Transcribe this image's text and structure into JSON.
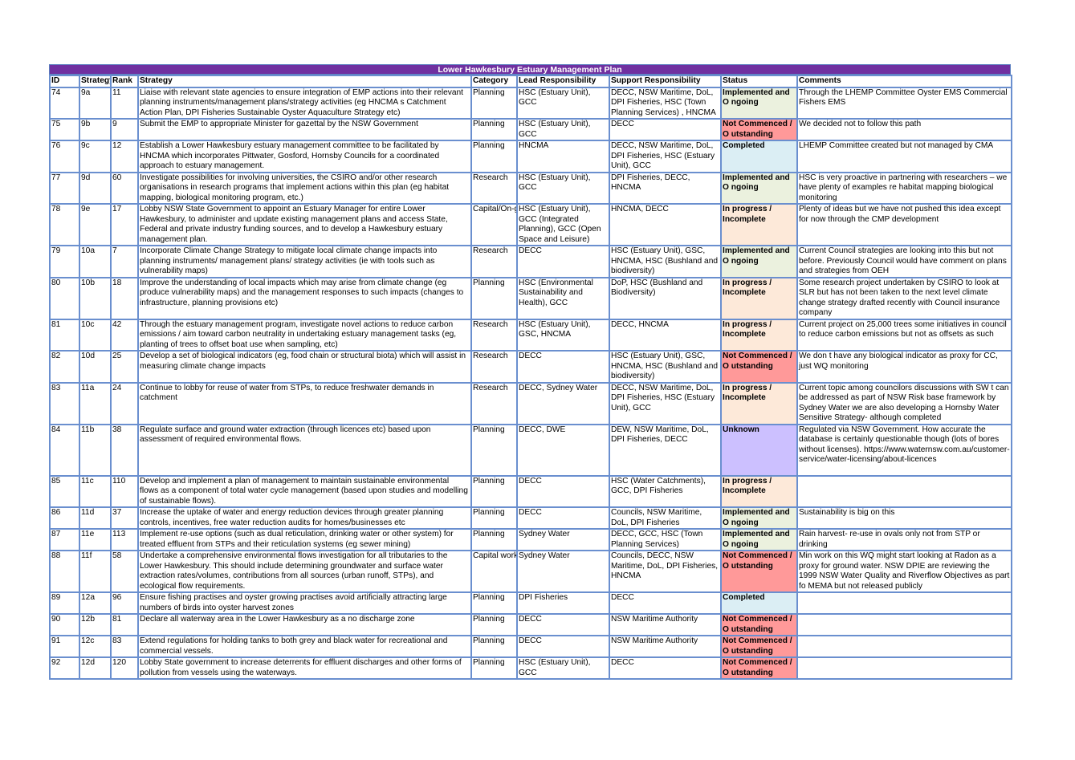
{
  "title": "Lower Hawkesbury Estuary Management Plan",
  "headers": [
    "ID",
    "Strategy",
    "Rank",
    "Strategy",
    "Category",
    "Lead Responsibility",
    "Support Responsibility",
    "Status",
    "Comments"
  ],
  "status_colors": {
    "implemented": "#ebf1de",
    "not_commenced": "#ff9999",
    "completed": "#dbeef4",
    "in_progress": "#fde9d9",
    "unknown": "#ccc0ff",
    "title_bar": "#7030a0",
    "grid": "#6a8fcf"
  },
  "rows": [
    {
      "id": "74",
      "code": "9a",
      "rank": "11",
      "strategy": "Liaise with relevant state agencies to ensure integration of EMP actions into their relevant planning instruments/management plans/strategy activities (eg HNCMA s Catchment Action Plan, DPI Fisheries Sustainable Oyster Aquaculture Strategy etc)",
      "category": "Planning",
      "lead": "HSC (Estuary Unit), GCC",
      "support": "DECC, NSW Maritime, DoL, DPI Fisheries, HSC (Town Planning Services) , HNCMA",
      "status": "Implemented and O ngoing",
      "status_class": "st-impl",
      "comments": "Through the LHEMP Committee Oyster EMS Commercial Fishers EMS",
      "h": 39
    },
    {
      "id": "75",
      "code": "9b",
      "rank": "9",
      "strategy": "Submit the EMP to appropriate Minister for gazettal by the NSW Government",
      "category": "Planning",
      "lead": "HSC (Estuary Unit), GCC",
      "support": "DECC",
      "status": "Not Commenced / O utstanding",
      "status_class": "st-not",
      "comments": "We decided not to follow this path",
      "h": 27
    },
    {
      "id": "76",
      "code": "9c",
      "rank": "12",
      "strategy": "Establish a Lower Hawkesbury estuary management committee to be facilitated by HNCMA which incorporates Pittwater, Gosford, Hornsby Councils for a coordinated approach to estuary management.",
      "category": "Planning",
      "lead": "HNCMA",
      "support": "DECC, NSW Maritime, DoL, DPI Fisheries, HSC (Estuary Unit), GCC",
      "status": "Completed",
      "status_class": "st-comp",
      "comments": "LHEMP Committee created but not managed by CMA",
      "h": 38
    },
    {
      "id": "77",
      "code": "9d",
      "rank": "60",
      "strategy": "Investigate possibilities for involving universities, the CSIRO and/or other research organisations in research programs that implement actions within this plan (eg habitat mapping, biological monitoring program, etc.)",
      "category": "Research",
      "lead": "HSC (Estuary Unit), GCC",
      "support": "DPI Fisheries, DECC, HNCMA",
      "status": "Implemented and O ngoing",
      "status_class": "st-impl",
      "comments": "HSC is very proactive in partnering with researchers – we have plenty of examples re habitat mapping biological monitoring",
      "h": 38
    },
    {
      "id": "78",
      "code": "9e",
      "rank": "17",
      "strategy": "Lobby NSW State Government to appoint an Estuary Manager for entire Lower Hawkesbury, to administer and update existing management plans and access State, Federal and private industry funding sources, and to develop a Hawkesbury estuary management plan.",
      "category": "Capital/On-going",
      "lead": "HSC (Estuary Unit), GCC (Integrated Planning), GCC (Open Space and Leisure)",
      "support": "HNCMA, DECC",
      "status": "In progress / Incomplete",
      "status_class": "st-prog",
      "comments": "Plenty of ideas but we have not pushed this idea except for now through the CMP development",
      "h": 51
    },
    {
      "id": "79",
      "code": "10a",
      "rank": "7",
      "strategy": "Incorporate Climate Change Strategy to mitigate local climate change impacts into planning instruments/ management plans/ strategy activities (ie with tools such as vulnerability maps)",
      "category": "Research",
      "lead": "DECC",
      "support": "HSC (Estuary Unit), GSC, HNCMA, HSC (Bushland and biodiversity)",
      "status": "Implemented and O ngoing",
      "status_class": "st-impl",
      "comments": "Current Council strategies are looking into this but not before. Previously Council would have comment on plans and strategies from OEH",
      "h": 38
    },
    {
      "id": "80",
      "code": "10b",
      "rank": "18",
      "strategy": "Improve the understanding of local impacts which may arise from climate change (eg produce vulnerability maps) and the management responses to such impacts (changes to infrastructure, planning provisions etc)",
      "category": "Planning",
      "lead": "HSC (Environmental Sustainability and Health), GCC",
      "support": "DoP, HSC (Bushland and Biodiversity)",
      "status": "In progress / Incomplete",
      "status_class": "st-prog",
      "comments": "Some research project undertaken by CSIRO to look at SLR but has not been taken to the next level climate change strategy drafted recently with Council insurance company",
      "h": 51
    },
    {
      "id": "81",
      "code": "10c",
      "rank": "42",
      "strategy": "Through the estuary management program, investigate novel actions to reduce carbon emissions / aim toward carbon neutrality in undertaking estuary management tasks (eg, planting of trees to offset boat use when sampling, etc)",
      "category": "Research",
      "lead": "HSC (Estuary Unit), GSC, HNCMA",
      "support": "DECC, HNCMA",
      "status": "In progress / Incomplete",
      "status_class": "st-prog",
      "comments": "Current project on 25,000 trees some initiatives in council to reduce carbon emissions but not as offsets as such",
      "h": 38
    },
    {
      "id": "82",
      "code": "10d",
      "rank": "25",
      "strategy": "Develop a set of biological indicators (eg, food chain or structural biota) which will assist in measuring climate change impacts",
      "category": "Research",
      "lead": "DECC",
      "support": "HSC (Estuary Unit), GSC, HNCMA, HSC (Bushland and biodiversity)",
      "status": "Not Commenced / O utstanding",
      "status_class": "st-not",
      "comments": "We don t have any biological indicator as proxy for CC, just WQ monitoring",
      "h": 38
    },
    {
      "id": "83",
      "code": "11a",
      "rank": "24",
      "strategy": "Continue to lobby for reuse of water from STPs, to reduce freshwater demands in catchment",
      "category": "Research",
      "lead": "DECC, Sydney Water",
      "support": "DECC, NSW Maritime, DoL, DPI Fisheries, HSC (Estuary Unit), GCC",
      "status": "In progress / Incomplete",
      "status_class": "st-prog",
      "comments": "Current topic among councilors discussions with SW t can be addressed as part of NSW Risk base framework by Sydney Water we are also developing a Hornsby Water Sensitive Strategy- although completed",
      "h": 51
    },
    {
      "id": "84",
      "code": "11b",
      "rank": "38",
      "strategy": "Regulate surface and ground water extraction (through licences etc) based upon assessment of required environmental flows.",
      "category": "Planning",
      "lead": "DECC, DWE",
      "support": "DEW, NSW Maritime, DoL, DPI Fisheries, DECC",
      "status": "Unknown",
      "status_class": "st-unk",
      "comments": "Regulated via NSW Government. How accurate the database is certainly questionable though (lots of bores without licenses). https://www.waternsw.com.au/customer-service/water-licensing/about-licences",
      "h": 64
    },
    {
      "id": "85",
      "code": "11c",
      "rank": "110",
      "strategy": "Develop and implement a plan of management to maintain sustainable environmental flows as a component of total water cycle management (based upon studies and modelling of sustainable flows).",
      "category": "Planning",
      "lead": "DECC",
      "support": "HSC (Water Catchments), GCC, DPI Fisheries",
      "status": "In progress / Incomplete",
      "status_class": "st-prog",
      "comments": "",
      "h": 38
    },
    {
      "id": "86",
      "code": "11d",
      "rank": "37",
      "strategy": "Increase the uptake of water and energy reduction devices through greater planning controls, incentives, free water reduction audits for homes/businesses etc",
      "category": "Planning",
      "lead": "DECC",
      "support": "Councils, NSW Maritime, DoL, DPI Fisheries",
      "status": "Implemented and O ngoing",
      "status_class": "st-impl",
      "comments": "Sustainability is big on this",
      "h": 27
    },
    {
      "id": "87",
      "code": "11e",
      "rank": "113",
      "strategy": "Implement re-use options (such as dual reticulation, drinking water or other system) for treated effluent from STPs and their reticulation systems (eg sewer mining)",
      "category": "Planning",
      "lead": "Sydney Water",
      "support": "DECC, GCC, HSC (Town Planning Services)",
      "status": "Implemented and O ngoing",
      "status_class": "st-impl",
      "comments": "Rain harvest- re-use in ovals only not from STP or drinking",
      "h": 27
    },
    {
      "id": "88",
      "code": "11f",
      "rank": "58",
      "strategy": "Undertake a comprehensive environmental flows investigation for all tributaries to the Lower Hawkesbury. This should include determining groundwater and surface water extraction rates/volumes, contributions from all sources (urban runoff, STPs), and ecological flow requirements.",
      "category": "Capital works",
      "lead": "Sydney Water",
      "support": "Councils, DECC, NSW Maritime, DoL, DPI Fisheries, HNCMA",
      "status": "Not Commenced / O utstanding",
      "status_class": "st-not",
      "comments": "Min work on this WQ might start looking at Radon as a proxy for ground water. NSW DPIE are reviewing the 1999 NSW Water Quality and Riverflow Objectives as part fo MEMA but not released publicly",
      "h": 51
    },
    {
      "id": "89",
      "code": "12a",
      "rank": "96",
      "strategy": "Ensure fishing practises and oyster growing practises avoid artificially attracting large numbers of birds into oyster harvest zones",
      "category": "Planning",
      "lead": "DPI Fisheries",
      "support": "DECC",
      "status": "Completed",
      "status_class": "st-comp",
      "comments": "",
      "h": 26
    },
    {
      "id": "90",
      "code": "12b",
      "rank": "81",
      "strategy": "Declare all waterway area in the Lower Hawkesbury as a no discharge zone",
      "category": "Planning",
      "lead": "DECC",
      "support": "NSW Maritime Authority",
      "status": "Not Commenced / O utstanding",
      "status_class": "st-not",
      "comments": "",
      "h": 27
    },
    {
      "id": "91",
      "code": "12c",
      "rank": "83",
      "strategy": "Extend regulations for holding tanks to both grey and black water for recreational and commercial vessels.",
      "category": "Planning",
      "lead": "DECC",
      "support": "NSW Maritime Authority",
      "status": "Not Commenced / O utstanding",
      "status_class": "st-not",
      "comments": "",
      "h": 27
    },
    {
      "id": "92",
      "code": "12d",
      "rank": "120",
      "strategy": "Lobby State government to increase deterrents for effluent discharges and other forms of pollution from vessels using the waterways.",
      "category": "Planning",
      "lead": "HSC (Estuary Unit), GCC",
      "support": "DECC",
      "status": "Not Commenced / O utstanding",
      "status_class": "st-not",
      "comments": "",
      "h": 27
    }
  ]
}
